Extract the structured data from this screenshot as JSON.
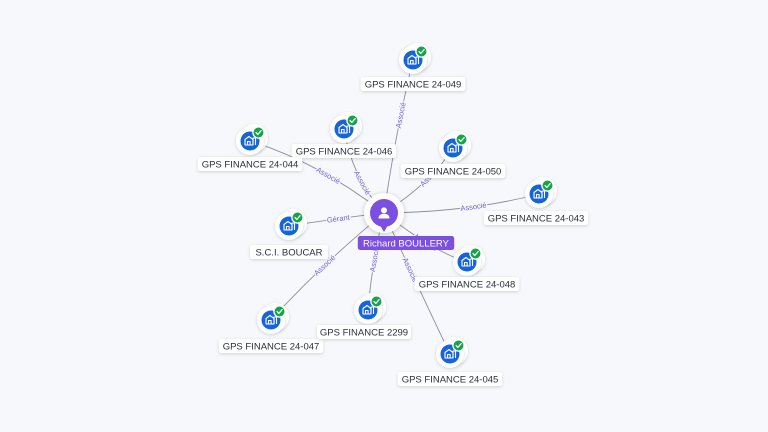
{
  "graph": {
    "center": {
      "name": "Richard BOULLERY",
      "icon": "person-icon",
      "color": "#7b4fe0"
    },
    "colors": {
      "edge": "#8a8f9c",
      "edge_label": "#7060d8",
      "company_icon_bg": "#1764d8",
      "check_badge": "#16a34a",
      "halo": "#ffffff"
    },
    "companies": [
      {
        "id": "049",
        "name": "GPS FINANCE 24-049",
        "relation": "Associé",
        "icon": "building-icon"
      },
      {
        "id": "046",
        "name": "GPS FINANCE 24-046",
        "relation": "Associé",
        "icon": "building-icon"
      },
      {
        "id": "044",
        "name": "GPS FINANCE 24-044",
        "relation": "Associé",
        "icon": "building-icon"
      },
      {
        "id": "050",
        "name": "GPS FINANCE 24-050",
        "relation": "Associé",
        "icon": "building-icon"
      },
      {
        "id": "043",
        "name": "GPS FINANCE 24-043",
        "relation": "Associé",
        "icon": "building-icon"
      },
      {
        "id": "boucar",
        "name": "S.C.I. BOUCAR",
        "relation": "Gérant",
        "icon": "building-icon"
      },
      {
        "id": "048",
        "name": "GPS FINANCE 24-048",
        "relation": "Associé",
        "icon": "building-icon"
      },
      {
        "id": "047",
        "name": "GPS FINANCE 24-047",
        "relation": "Associé",
        "icon": "building-icon"
      },
      {
        "id": "2299",
        "name": "GPS FINANCE 2299",
        "relation": "Associé",
        "icon": "building-icon"
      },
      {
        "id": "045",
        "name": "GPS FINANCE 24-045",
        "relation": "Associé",
        "icon": "building-icon"
      }
    ]
  }
}
